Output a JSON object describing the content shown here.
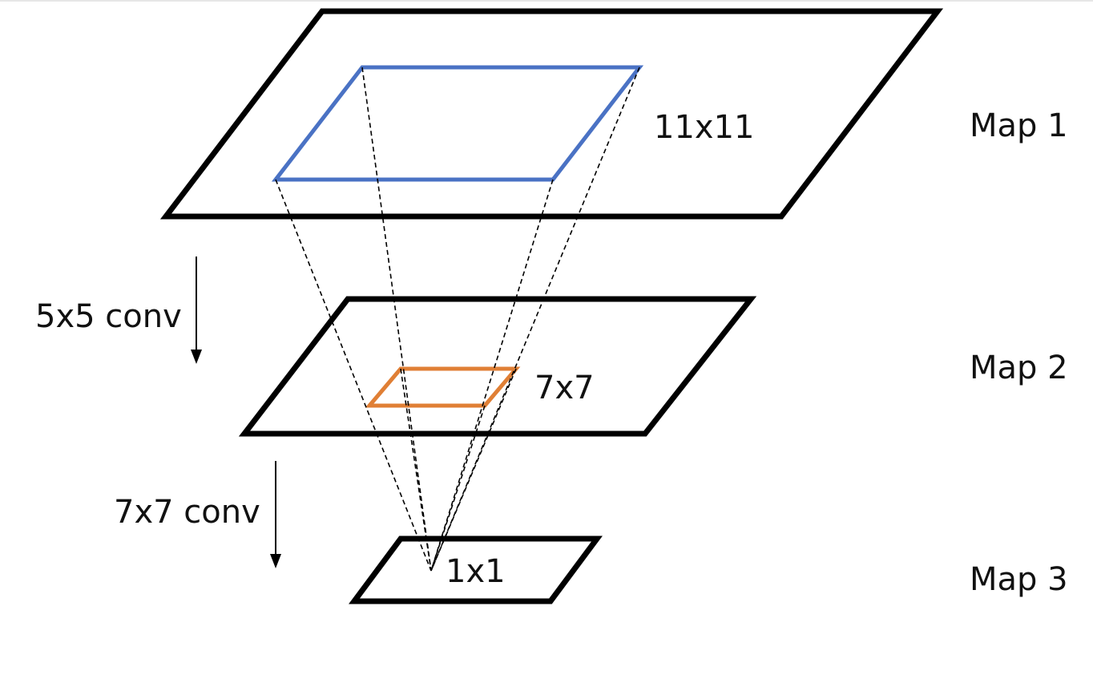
{
  "labels": {
    "size_map1": "11x11",
    "size_map2": "7x7",
    "size_map3": "1x1",
    "map1": "Map 1",
    "map2": "Map 2",
    "map3": "Map 3",
    "conv1": "5x5 conv",
    "conv2": "7x7 conv"
  },
  "colors": {
    "plane_stroke": "#000000",
    "receptive_field_map1": "#4a72c4",
    "receptive_field_map2": "#e07f35",
    "projection_lines": "#000000"
  },
  "icons": {
    "arrow": "down-arrow-icon"
  }
}
